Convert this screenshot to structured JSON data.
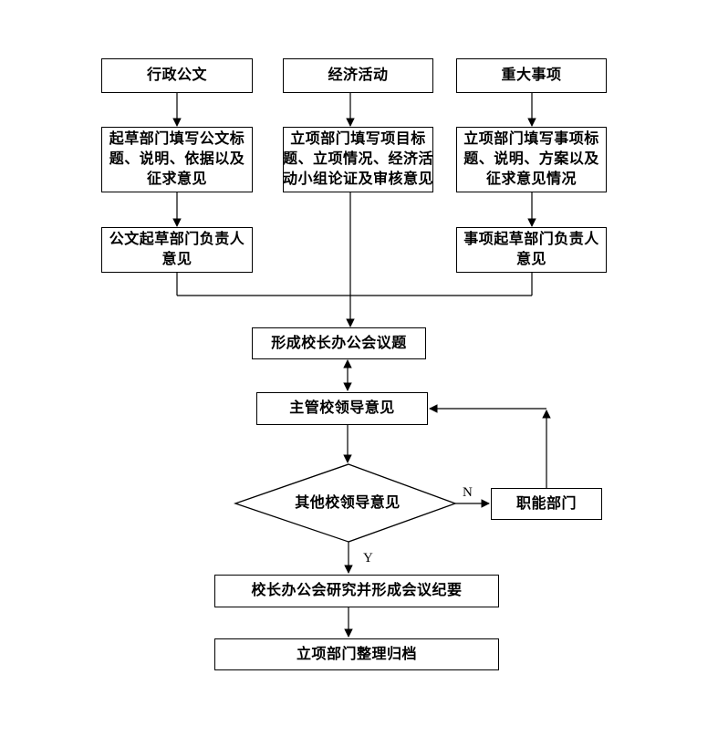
{
  "diagram": {
    "type": "flowchart",
    "colors": {
      "stroke": "#000000",
      "shape_fill": "#ffffff",
      "text": "#000000",
      "background": "#ffffff"
    },
    "nodes": {
      "admin_doc": {
        "shape": "rect",
        "label": "行政公文"
      },
      "economic_activity": {
        "shape": "rect",
        "label": "经济活动"
      },
      "major_matter": {
        "shape": "rect",
        "label": "重大事项"
      },
      "admin_doc_detail": {
        "shape": "rect",
        "label": "起草部门填写公文标题、说明、依据以及征求意见",
        "lines": [
          "起草部门填写公文标",
          "题、说明、依据以及",
          "征求意见"
        ]
      },
      "economic_detail": {
        "shape": "rect",
        "label": "立项部门填写项目标题、立项情况、经济活动小组论证及审核意见",
        "lines": [
          "立项部门填写项目标",
          "题、立项情况、经济活",
          "动小组论证及审核意见"
        ]
      },
      "major_matter_detail": {
        "shape": "rect",
        "label": "立项部门填写事项标题、说明、方案以及征求意见情况",
        "lines": [
          "立项部门填写事项标",
          "题、说明、方案以及",
          "征求意见情况"
        ]
      },
      "doc_dept_head_opinion": {
        "shape": "rect",
        "label": "公文起草部门负责人意见",
        "lines": [
          "公文起草部门负责人",
          "意见"
        ]
      },
      "matter_dept_head_opinion": {
        "shape": "rect",
        "label": "事项起草部门负责人意见",
        "lines": [
          "事项起草部门负责人",
          "意见"
        ]
      },
      "form_meeting_topic": {
        "shape": "rect",
        "label": "形成校长办公会议题"
      },
      "supervisor_opinion": {
        "shape": "rect",
        "label": "主管校领导意见"
      },
      "other_leaders_opinion": {
        "shape": "diamond",
        "label": "其他校领导意见"
      },
      "functional_dept": {
        "shape": "rect",
        "label": "职能部门"
      },
      "meeting_minutes": {
        "shape": "rect",
        "label": "校长办公会研究并形成会议纪要"
      },
      "archive": {
        "shape": "rect",
        "label": "立项部门整理归档"
      }
    },
    "edge_labels": {
      "no": "N",
      "yes": "Y"
    }
  }
}
